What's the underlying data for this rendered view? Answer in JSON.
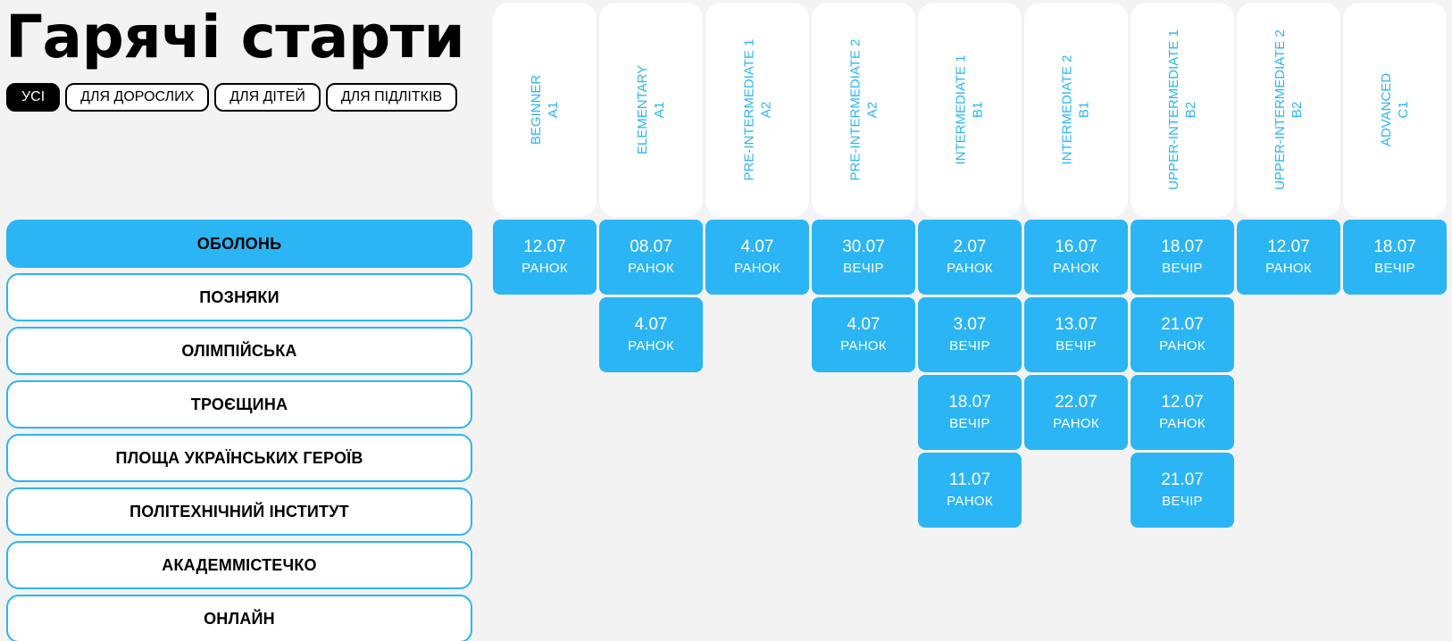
{
  "title": "Гарячі старти",
  "filters": [
    {
      "label": "УСІ",
      "active": true
    },
    {
      "label": "ДЛЯ ДОРОСЛИХ",
      "active": false
    },
    {
      "label": "ДЛЯ ДІТЕЙ",
      "active": false
    },
    {
      "label": "ДЛЯ ПІДЛІТКІВ",
      "active": false
    }
  ],
  "locations": [
    {
      "label": "ОБОЛОНЬ",
      "active": true
    },
    {
      "label": "ПОЗНЯКИ",
      "active": false
    },
    {
      "label": "ОЛІМПІЙСЬКА",
      "active": false
    },
    {
      "label": "ТРОЄЩИНА",
      "active": false
    },
    {
      "label": "ПЛОЩА УКРАЇНСЬКИХ ГЕРОЇВ",
      "active": false
    },
    {
      "label": "ПОЛІТЕХНІЧНИЙ ІНСТИТУТ",
      "active": false
    },
    {
      "label": "АКАДЕММІСТЕЧКО",
      "active": false
    },
    {
      "label": "ОНЛАЙН",
      "active": false
    }
  ],
  "levels": [
    {
      "name": "BEGINNER",
      "code": "A1"
    },
    {
      "name": "ELEMENTARY",
      "code": "A1"
    },
    {
      "name": "PRE-INTERMEDIATE 1",
      "code": "A2"
    },
    {
      "name": "PRE-INTERMEDIATE 2",
      "code": "A2"
    },
    {
      "name": "INTERMEDIATE 1",
      "code": "B1"
    },
    {
      "name": "INTERMEDIATE 2",
      "code": "B1"
    },
    {
      "name": "UPPER-INTERMEDIATE 1",
      "code": "B2"
    },
    {
      "name": "UPPER-INTERMEDIATE 2",
      "code": "B2"
    },
    {
      "name": "ADVANCED",
      "code": "C1"
    }
  ],
  "slots": [
    [
      {
        "date": "12.07",
        "time": "РАНОК"
      }
    ],
    [
      {
        "date": "08.07",
        "time": "РАНОК"
      },
      {
        "date": "4.07",
        "time": "РАНОК"
      }
    ],
    [
      {
        "date": "4.07",
        "time": "РАНОК"
      }
    ],
    [
      {
        "date": "30.07",
        "time": "ВЕЧІР"
      },
      {
        "date": "4.07",
        "time": "РАНОК"
      }
    ],
    [
      {
        "date": "2.07",
        "time": "РАНОК"
      },
      {
        "date": "3.07",
        "time": "ВЕЧІР"
      },
      {
        "date": "18.07",
        "time": "ВЕЧІР"
      },
      {
        "date": "11.07",
        "time": "РАНОК"
      }
    ],
    [
      {
        "date": "16.07",
        "time": "РАНОК"
      },
      {
        "date": "13.07",
        "time": "ВЕЧІР"
      },
      {
        "date": "22.07",
        "time": "РАНОК"
      }
    ],
    [
      {
        "date": "18.07",
        "time": "ВЕЧІР"
      },
      {
        "date": "21.07",
        "time": "РАНОК"
      },
      {
        "date": "12.07",
        "time": "РАНОК"
      },
      {
        "date": "21.07",
        "time": "ВЕЧІР"
      }
    ],
    [
      {
        "date": "12.07",
        "time": "РАНОК"
      }
    ],
    [
      {
        "date": "18.07",
        "time": "ВЕЧІР"
      }
    ]
  ],
  "colors": {
    "accent": "#2bb5f5",
    "background": "#f3f3f3"
  }
}
